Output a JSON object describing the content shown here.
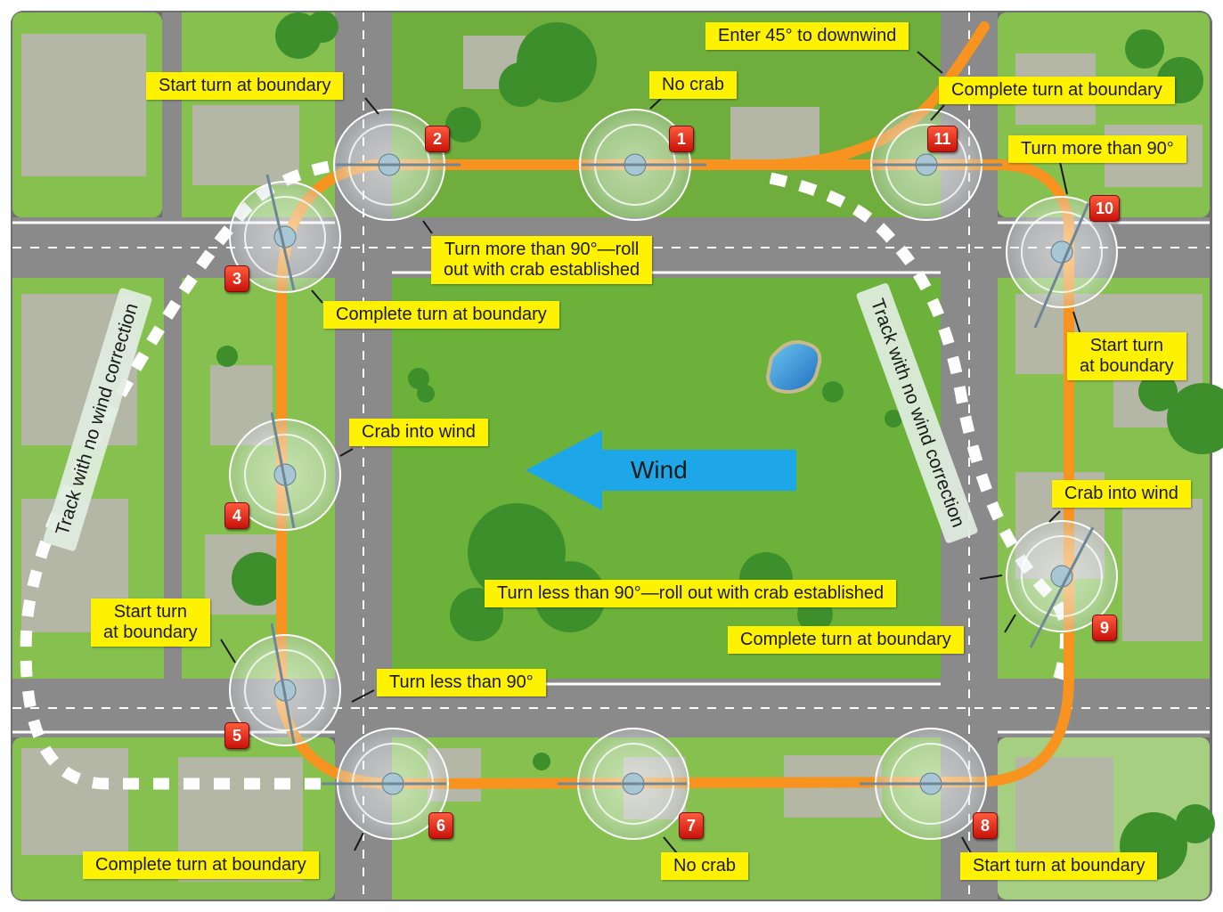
{
  "wind_label": "Wind",
  "track_labels": {
    "left": "Track with no wind correction",
    "right": "Track with no wind correction"
  },
  "callouts": {
    "enter_45": "Enter 45° to downwind",
    "start_turn_top_left": "Start turn at boundary",
    "no_crab_top": "No crab",
    "complete_turn_top_right": "Complete turn at boundary",
    "turn_more_than_90_right": "Turn more than 90°",
    "turn_more_than_90_roll_out_line1": "Turn more than 90°—roll",
    "turn_more_than_90_roll_out_line2": "out with crab established",
    "complete_turn_left_upper": "Complete turn at boundary",
    "start_turn_right_line1": "Start turn",
    "start_turn_right_line2": "at boundary",
    "crab_into_wind_left": "Crab into wind",
    "crab_into_wind_right": "Crab into wind",
    "turn_less_than_90_roll_out": "Turn less than 90°—roll out with crab established",
    "complete_turn_right_lower": "Complete turn at boundary",
    "start_turn_left_line1": "Start turn",
    "start_turn_left_line2": "at boundary",
    "turn_less_than_90": "Turn less than 90°",
    "complete_turn_bottom_left": "Complete turn at boundary",
    "no_crab_bottom": "No crab",
    "start_turn_bottom_right": "Start turn at boundary"
  },
  "badges": [
    "1",
    "2",
    "3",
    "4",
    "5",
    "6",
    "7",
    "8",
    "9",
    "10",
    "11"
  ],
  "colors": {
    "flight_path": "#f7931e",
    "callout": "#fff200",
    "badge": "#e0261b",
    "wind_arrow": "#1ea7e8",
    "grass": "#7fbf44",
    "road": "#8a8a8a",
    "water": "#2f8fd6"
  }
}
